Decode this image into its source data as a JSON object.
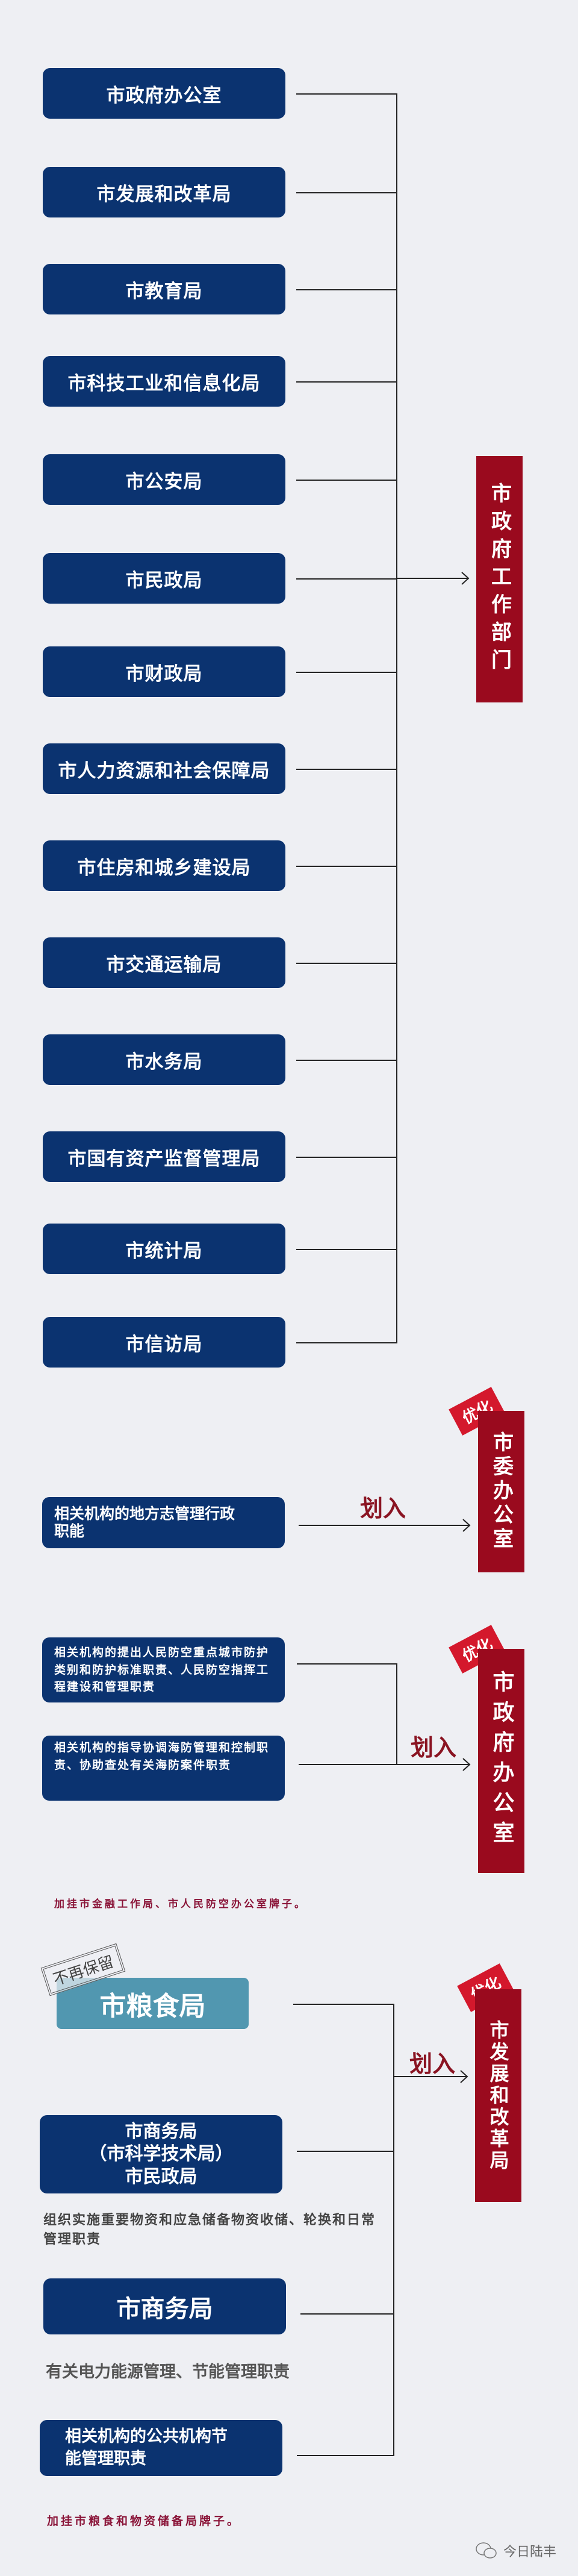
{
  "section1": {
    "departments": [
      "市政府办公室",
      "市发展和改革局",
      "市教育局",
      "市科技工业和信息化局",
      "市公安局",
      "市民政局",
      "市财政局",
      "市人力资源和社会保障局",
      "市住房和城乡建设局",
      "市交通运输局",
      "市水务局",
      "市国有资产监督管理局",
      "市统计局",
      "市信访局"
    ],
    "target": "市政府工作部门"
  },
  "section2": {
    "tag": "优化",
    "source": "相关机构的地方志管理行政职能",
    "arrow_label": "划入",
    "target": "市委办公室"
  },
  "section3": {
    "tag": "优化",
    "sources": [
      "相关机构的提出人民防空重点城市防护类别和防护标准职责、人民防空指挥工程建设和管理职责",
      "相关机构的指导协调海防管理和控制职责、协助查处有关海防案件职责"
    ],
    "arrow_label": "划入",
    "target": "市政府办公室",
    "note": "加挂市金融工作局、市人民防空办公室牌子。"
  },
  "section4": {
    "tag": "优化",
    "stamp": "不再保留",
    "abolished": "市粮食局",
    "box2_lines": [
      "市商务局",
      "（市科学技术局）",
      "市民政局"
    ],
    "box2_desc": "组织实施重要物资和应急储备物资收储、轮换和日常管理职责",
    "box3": "市商务局",
    "box3_desc": "有关电力能源管理、节能管理职责",
    "box4": "相关机构的公共机构节能管理职责",
    "arrow_label": "划入",
    "target": "市发展和改革局",
    "note": "加挂市粮食和物资储备局牌子。"
  },
  "watermark": "今日陆丰",
  "colors": {
    "navy": "#0b3370",
    "dark_red": "#9a0a1e",
    "tag_red": "#d4182c",
    "teal": "#5197b0",
    "background": "#eeeff3"
  }
}
